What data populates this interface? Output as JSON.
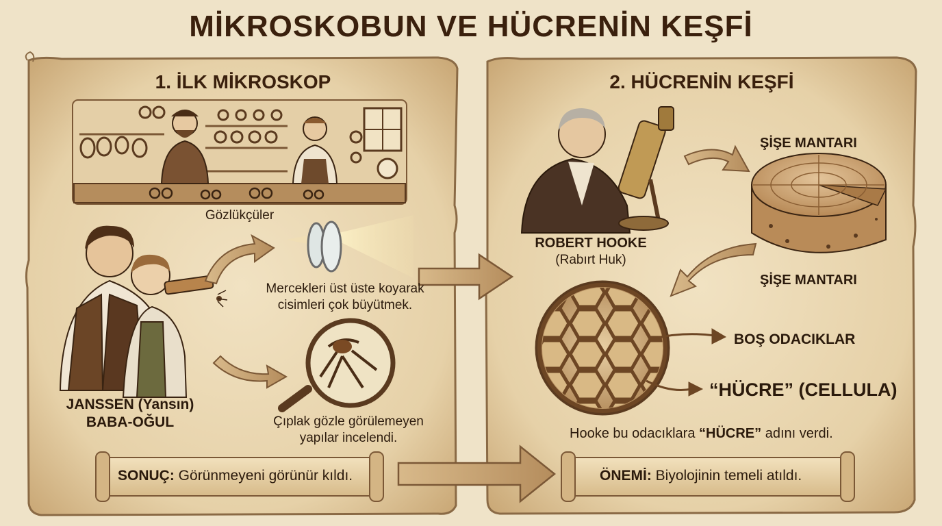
{
  "title": "MİKROSKOBUN VE HÜCRENİN KEŞFİ",
  "panel1": {
    "heading": "1. İLK MİKROSKOP",
    "shop_caption": "Gözlükçüler",
    "lens_caption_1": "Mercekleri üst üste koyarak",
    "lens_caption_2": "cisimleri çok büyütmek.",
    "magnify_caption_1": "Çıplak gözle görülemeyen",
    "magnify_caption_2": "yapılar incelendi.",
    "people_name_1": "JANSSEN (Yansın)",
    "people_name_2": "BABA-OĞUL",
    "result_label": "SONUÇ:",
    "result_text": " Görünmeyeni görünür kıldı."
  },
  "panel2": {
    "heading": "2. HÜCRENİN KEŞFİ",
    "scientist_name": "ROBERT HOOKE",
    "scientist_pron": "(Rabırt Huk)",
    "cork_label_top": "ŞİŞE MANTARI",
    "cork_label_bottom": "ŞİŞE MANTARI",
    "empty_rooms": "BOŞ ODACIKLAR",
    "cell_term": "“HÜCRE” (CELLULA)",
    "naming_pre": "Hooke bu odacıklara ",
    "naming_bold": "“HÜCRE”",
    "naming_post": " adını verdi.",
    "importance_label": "ÖNEMİ:",
    "importance_text": " Biyolojinin temeli atıldı."
  },
  "colors": {
    "parchment": "#e9d7b3",
    "parchment_edge": "#8a6a45",
    "ink": "#2b1a0c",
    "arrow": "#b9956a"
  },
  "icons": [
    "spectacles-icon",
    "lens-icon",
    "magnifier-icon",
    "microscope-icon",
    "cork-icon",
    "cell-honeycomb-icon",
    "arrow-icon",
    "scroll-icon"
  ]
}
